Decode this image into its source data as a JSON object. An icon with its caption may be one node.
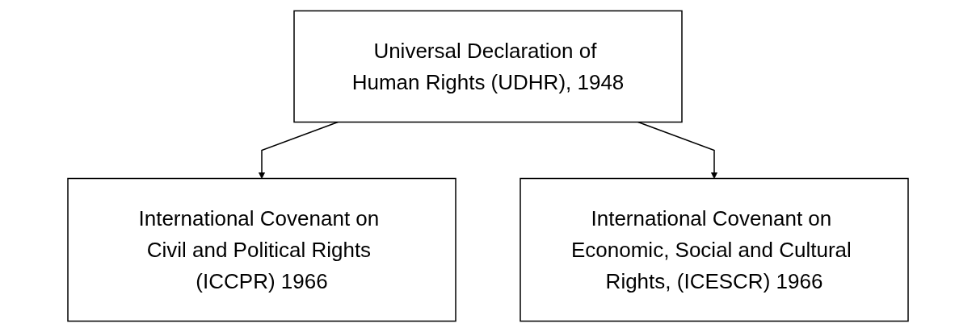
{
  "diagram": {
    "nodes": [
      {
        "text": [
          "Universal Declaration of Human Rights (UDHR), 1948"
        ]
      },
      {
        "text": [
          "International Covenant on Civil and Political Rights (ICCPR) 1966"
        ]
      },
      {
        "text": [
          "International Covenant on Economic, Social and Cultural Rights, (ICESCR) 1966"
        ]
      }
    ],
    "edges": [
      {
        "from": 0,
        "to": 1,
        "arrow": "to"
      },
      {
        "from": 0,
        "to": 2,
        "arrow": "to"
      }
    ]
  }
}
